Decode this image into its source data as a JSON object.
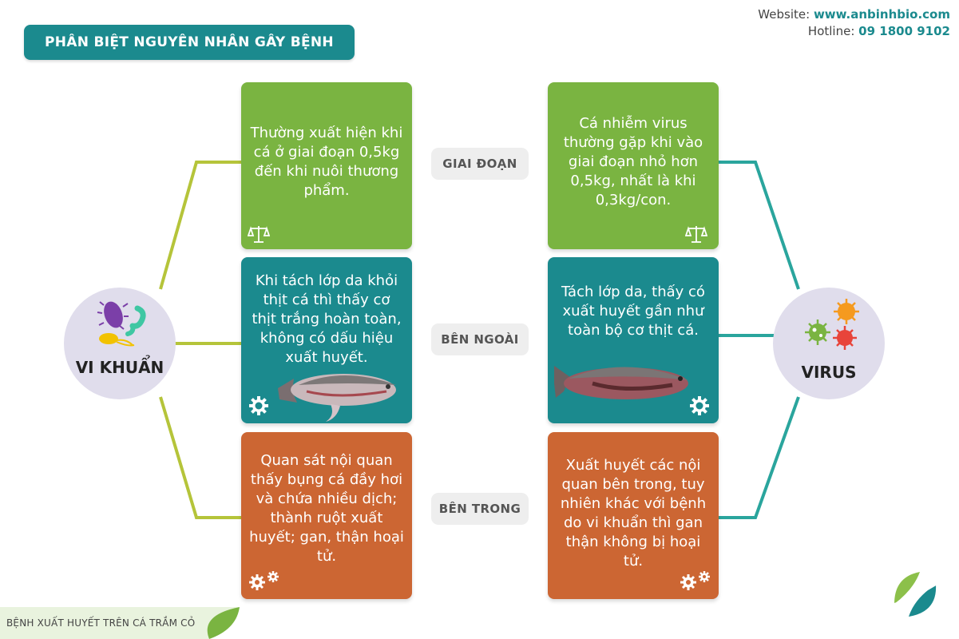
{
  "header": {
    "title": "PHÂN BIỆT NGUYÊN NHÂN GÂY BỆNH",
    "website_label": "Website:",
    "website_value": "www.anbinhbio.com",
    "hotline_label": "Hotline:",
    "hotline_value": "09 1800 9102"
  },
  "left_hub": {
    "label": "VI KHUẨN",
    "icon": "bacteria-icon"
  },
  "right_hub": {
    "label": "VIRUS",
    "icon": "virus-icon"
  },
  "categories": [
    {
      "label": "GIAI ĐOẠN"
    },
    {
      "label": "BÊN NGOÀI"
    },
    {
      "label": "BÊN TRONG"
    }
  ],
  "bacteria_cards": [
    {
      "text": "Thường xuất hiện khi cá ở giai đoạn 0,5kg đến khi nuôi thương phẩm.",
      "icon": "scale-icon"
    },
    {
      "text": "Khi tách lớp da khỏi thịt cá thì thấy cơ thịt trắng hoàn toàn, không có dấu hiệu xuất huyết.",
      "icon": "gear-icon",
      "image": "fish-image"
    },
    {
      "text": "Quan sát nội quan thấy bụng cá đầy hơi và chứa nhiều dịch; thành ruột xuất huyết; gan, thận hoại tử.",
      "icon": "gears-icon"
    }
  ],
  "virus_cards": [
    {
      "text": "Cá nhiễm virus thường gặp khi vào giai đoạn nhỏ hơn 0,5kg, nhất là khi 0,3kg/con.",
      "icon": "scale-icon"
    },
    {
      "text": "Tách lớp da, thấy có xuất huyết gần như toàn bộ cơ thịt cá.",
      "icon": "gear-icon",
      "image": "fish-image"
    },
    {
      "text": "Xuất huyết các nội quan bên trong, tuy nhiên khác với bệnh do vi khuẩn thì gan thận  không bị hoại tử.",
      "icon": "gears-icon"
    }
  ],
  "footer": {
    "text": "BỆNH XUẤT HUYẾT TRÊN CÁ TRẮM CỎ"
  },
  "colors": {
    "green": "#7ab441",
    "teal": "#1b8a8e",
    "orange": "#cc6633",
    "connector_left": "#b5c43a",
    "connector_right": "#2aa59d",
    "hub_fill": "#e0ddec"
  }
}
